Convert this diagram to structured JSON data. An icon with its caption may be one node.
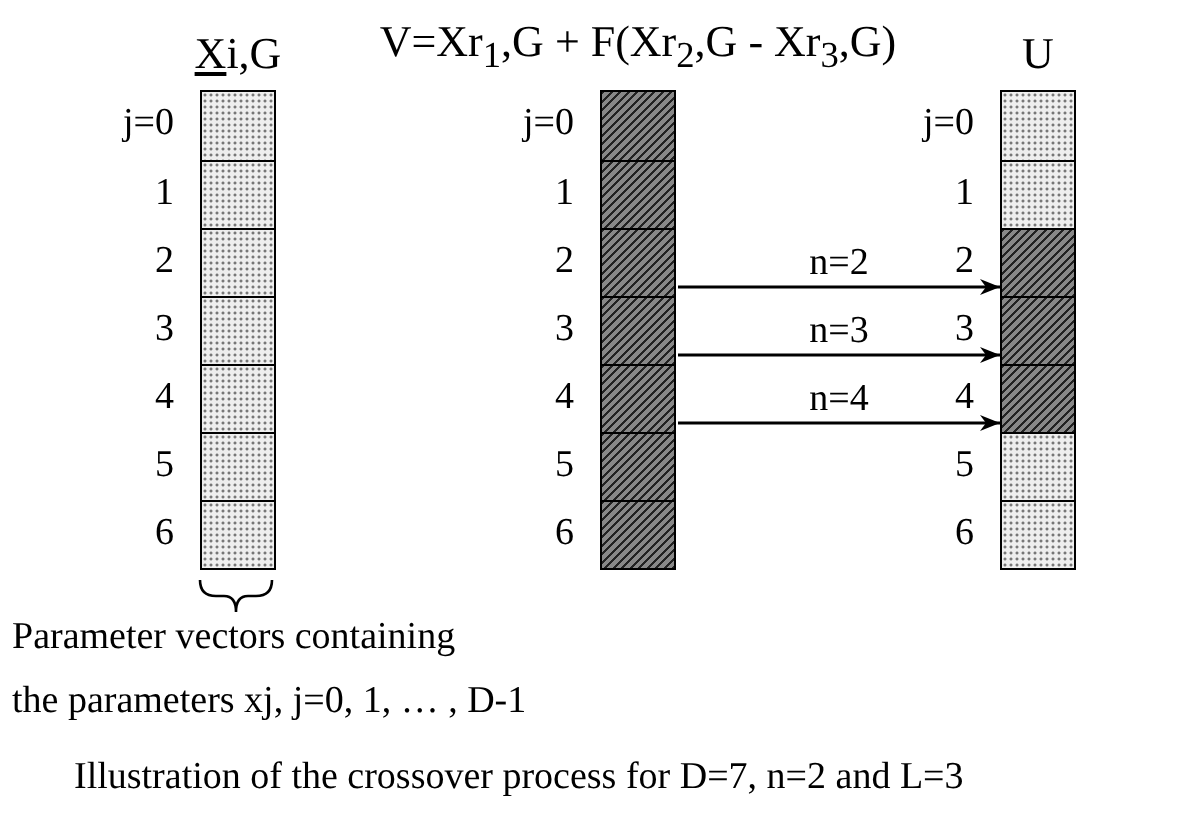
{
  "diagram": {
    "caption": "Illustration of the crossover process for D=7, n=2 and L=3",
    "nodes": [
      {
        "text": [
          "Xi,G"
        ]
      },
      {
        "text": [],
        "shape": "box",
        "in": 0,
        "beside": [
          "j=0"
        ]
      },
      {
        "text": [],
        "shape": "box",
        "in": 0,
        "beside": [
          "1"
        ]
      },
      {
        "text": [],
        "shape": "box",
        "in": 0,
        "beside": [
          "2"
        ]
      },
      {
        "text": [],
        "shape": "box",
        "in": 0,
        "beside": [
          "3"
        ]
      },
      {
        "text": [],
        "shape": "box",
        "in": 0,
        "beside": [
          "4"
        ]
      },
      {
        "text": [],
        "shape": "box",
        "in": 0,
        "beside": [
          "5"
        ]
      },
      {
        "text": [],
        "shape": "box",
        "in": 0,
        "beside": [
          "6"
        ]
      },
      {
        "text": [
          "V=Xr$_{1}$,G + F(Xr$_{2}$,G - Xr$_{3}$,G)"
        ]
      },
      {
        "text": [],
        "shape": "box",
        "in": 8,
        "beside": [
          "j=0"
        ]
      },
      {
        "text": [],
        "shape": "box",
        "in": 8,
        "beside": [
          "1"
        ]
      },
      {
        "text": [],
        "shape": "box",
        "in": 8,
        "beside": [
          "2"
        ]
      },
      {
        "text": [],
        "shape": "box",
        "in": 8,
        "beside": [
          "3"
        ]
      },
      {
        "text": [],
        "shape": "box",
        "in": 8,
        "beside": [
          "4"
        ]
      },
      {
        "text": [],
        "shape": "box",
        "in": 8,
        "beside": [
          "5"
        ]
      },
      {
        "text": [],
        "shape": "box",
        "in": 8,
        "beside": [
          "6"
        ]
      },
      {
        "text": [
          "U"
        ]
      },
      {
        "text": [],
        "shape": "box",
        "in": 16,
        "beside": [
          "j=0"
        ]
      },
      {
        "text": [],
        "shape": "box",
        "in": 16,
        "beside": [
          "1"
        ]
      },
      {
        "text": [],
        "shape": "box",
        "in": 16,
        "beside": [
          "2"
        ]
      },
      {
        "text": [],
        "shape": "box",
        "in": 16,
        "beside": [
          "3"
        ]
      },
      {
        "text": [],
        "shape": "box",
        "in": 16,
        "beside": [
          "4"
        ]
      },
      {
        "text": [],
        "shape": "box",
        "in": 16,
        "beside": [
          "5"
        ]
      },
      {
        "text": [],
        "shape": "box",
        "in": 16,
        "beside": [
          "6"
        ]
      }
    ],
    "edges": [
      {
        "from": 11,
        "to": 19,
        "arrow": "to",
        "label": "n=2"
      },
      {
        "from": 12,
        "to": 20,
        "arrow": "to",
        "label": "n=3"
      },
      {
        "from": 13,
        "to": 21,
        "arrow": "to",
        "label": "n=4"
      }
    ],
    "labels": [
      "Parameter vectors containing",
      "the parameters xj, j=0, 1, … , D-1"
    ]
  }
}
